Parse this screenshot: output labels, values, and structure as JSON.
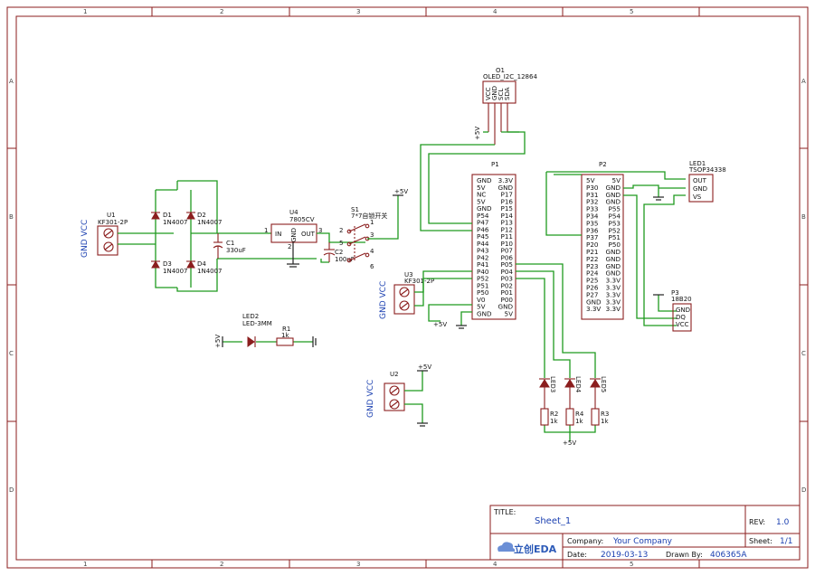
{
  "colors": {
    "wire": "#1f9a1f",
    "component": "#8b1e1e",
    "netlabel": "#1a3fb0",
    "frame": "#8b1e1e"
  },
  "zones": {
    "cols": [
      "1",
      "2",
      "3",
      "4",
      "5"
    ],
    "rows": [
      "A",
      "B",
      "C",
      "D"
    ]
  },
  "power": {
    "vcc": "+5V"
  },
  "u1": {
    "ref": "U1",
    "value": "KF301-2P",
    "net": "GND VCC"
  },
  "u2": {
    "ref": "U2",
    "net": "GND VCC"
  },
  "u3": {
    "ref": "U3",
    "value": "KF301-2P",
    "net": "GND VCC"
  },
  "u4": {
    "ref": "U4",
    "value": "7805CV",
    "pin_in": "IN",
    "pin_gnd": "GND",
    "pin_out": "OUT",
    "n1": "1",
    "n2": "2",
    "n3": "3"
  },
  "diodes": {
    "d1": {
      "ref": "D1",
      "value": "1N4007"
    },
    "d2": {
      "ref": "D2",
      "value": "1N4007"
    },
    "d3": {
      "ref": "D3",
      "value": "1N4007"
    },
    "d4": {
      "ref": "D4",
      "value": "1N4007"
    }
  },
  "c1": {
    "ref": "C1",
    "value": "330uF"
  },
  "c2": {
    "ref": "C2",
    "value": "100uF"
  },
  "s1": {
    "ref": "S1",
    "value": "7*7自锁开关",
    "pins": [
      "1",
      "2",
      "3",
      "4",
      "5",
      "6"
    ]
  },
  "led2": {
    "ref": "LED2",
    "value": "LED-3MM"
  },
  "r1": {
    "ref": "R1",
    "value": "1k"
  },
  "o1": {
    "ref": "O1",
    "value": "OLED_I2C_12864",
    "pins": [
      "VCC",
      "GND",
      "SCL",
      "SDA"
    ]
  },
  "p1": {
    "ref": "P1",
    "left": [
      "GND",
      "5V",
      "NC",
      "5V",
      "GND",
      "P54",
      "P47",
      "P46",
      "P45",
      "P44",
      "P43",
      "P42",
      "P41",
      "P40",
      "P52",
      "P51",
      "P50",
      "V0",
      "5V",
      "GND"
    ],
    "right": [
      "3.3V",
      "GND",
      "P17",
      "P16",
      "P15",
      "P14",
      "P13",
      "P12",
      "P11",
      "P10",
      "P07",
      "P06",
      "P05",
      "P04",
      "P03",
      "P02",
      "P01",
      "P00",
      "GND",
      "5V"
    ]
  },
  "p2": {
    "ref": "P2",
    "left": [
      "5V",
      "P30",
      "P31",
      "P32",
      "P33",
      "P34",
      "P35",
      "P36",
      "P37",
      "P20",
      "P21",
      "P22",
      "P23",
      "P24",
      "P25",
      "P26",
      "P27",
      "GND",
      "3.3V"
    ],
    "right": [
      "5V",
      "GND",
      "GND",
      "GND",
      "P55",
      "P54",
      "P53",
      "P52",
      "P51",
      "P50",
      "GND",
      "GND",
      "GND",
      "GND",
      "3.3V",
      "3.3V",
      "3.3V",
      "3.3V",
      "3.3V"
    ]
  },
  "led1": {
    "ref": "LED1",
    "value": "TSOP34338",
    "pins": [
      "OUT",
      "GND",
      "VS"
    ]
  },
  "p3": {
    "ref": "P3",
    "value": "18B20",
    "pins": [
      "GND",
      "DQ",
      "VCC"
    ]
  },
  "led3": {
    "ref": "LED3"
  },
  "led4": {
    "ref": "LED4"
  },
  "led5": {
    "ref": "LED5"
  },
  "r2": {
    "ref": "R2",
    "value": "1k"
  },
  "r3": {
    "ref": "R3",
    "value": "1k"
  },
  "r4": {
    "ref": "R4",
    "value": "1k"
  },
  "titleblock": {
    "title_label": "TITLE:",
    "title": "Sheet_1",
    "rev_label": "REV:",
    "rev": "1.0",
    "company_label": "Company:",
    "company": "Your Company",
    "sheet_label": "Sheet:",
    "sheet": "1/1",
    "date_label": "Date:",
    "date": "2019-03-13",
    "drawn_label": "Drawn By:",
    "drawn": "406365A",
    "logo": "立创EDA"
  }
}
